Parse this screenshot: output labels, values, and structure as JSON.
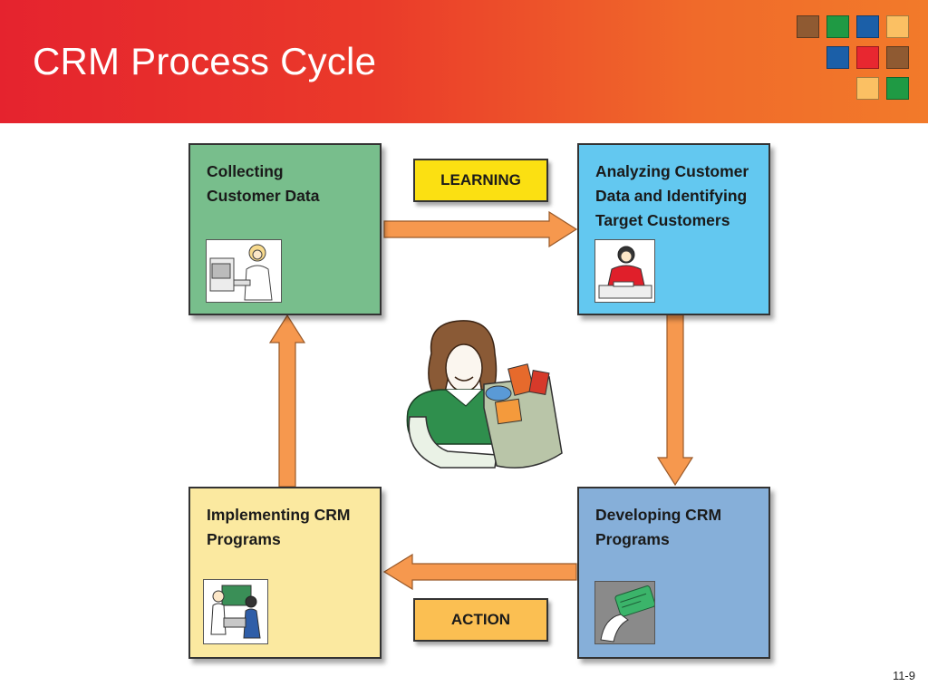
{
  "slide": {
    "title": "CRM Process Cycle",
    "slide_number": "11-9"
  },
  "stages": {
    "collecting": "Collecting\nCustomer Data",
    "analyzing": "Analyzing Customer\nData and Identifying\nTarget Customers",
    "developing": "Developing CRM\nPrograms",
    "implementing": "Implementing CRM\nPrograms"
  },
  "tags": {
    "learning": "LEARNING",
    "action": "ACTION"
  },
  "illustrations": {
    "collecting": "clerk-at-computer-icon",
    "analyzing": "analyst-at-desk-icon",
    "developing": "credit-card-in-hand-icon",
    "implementing": "store-transaction-icon",
    "center": "shopper-with-groceries-icon"
  },
  "colors": {
    "header_start": "#e5232e",
    "header_end": "#f27a2a",
    "collecting_box": "#78be8c",
    "analyzing_box": "#63c8f0",
    "developing_box": "#86afd9",
    "implementing_box": "#fbe9a0",
    "learning_tag": "#fbe012",
    "action_tag": "#fbbf52",
    "arrow": "#f6984e"
  }
}
